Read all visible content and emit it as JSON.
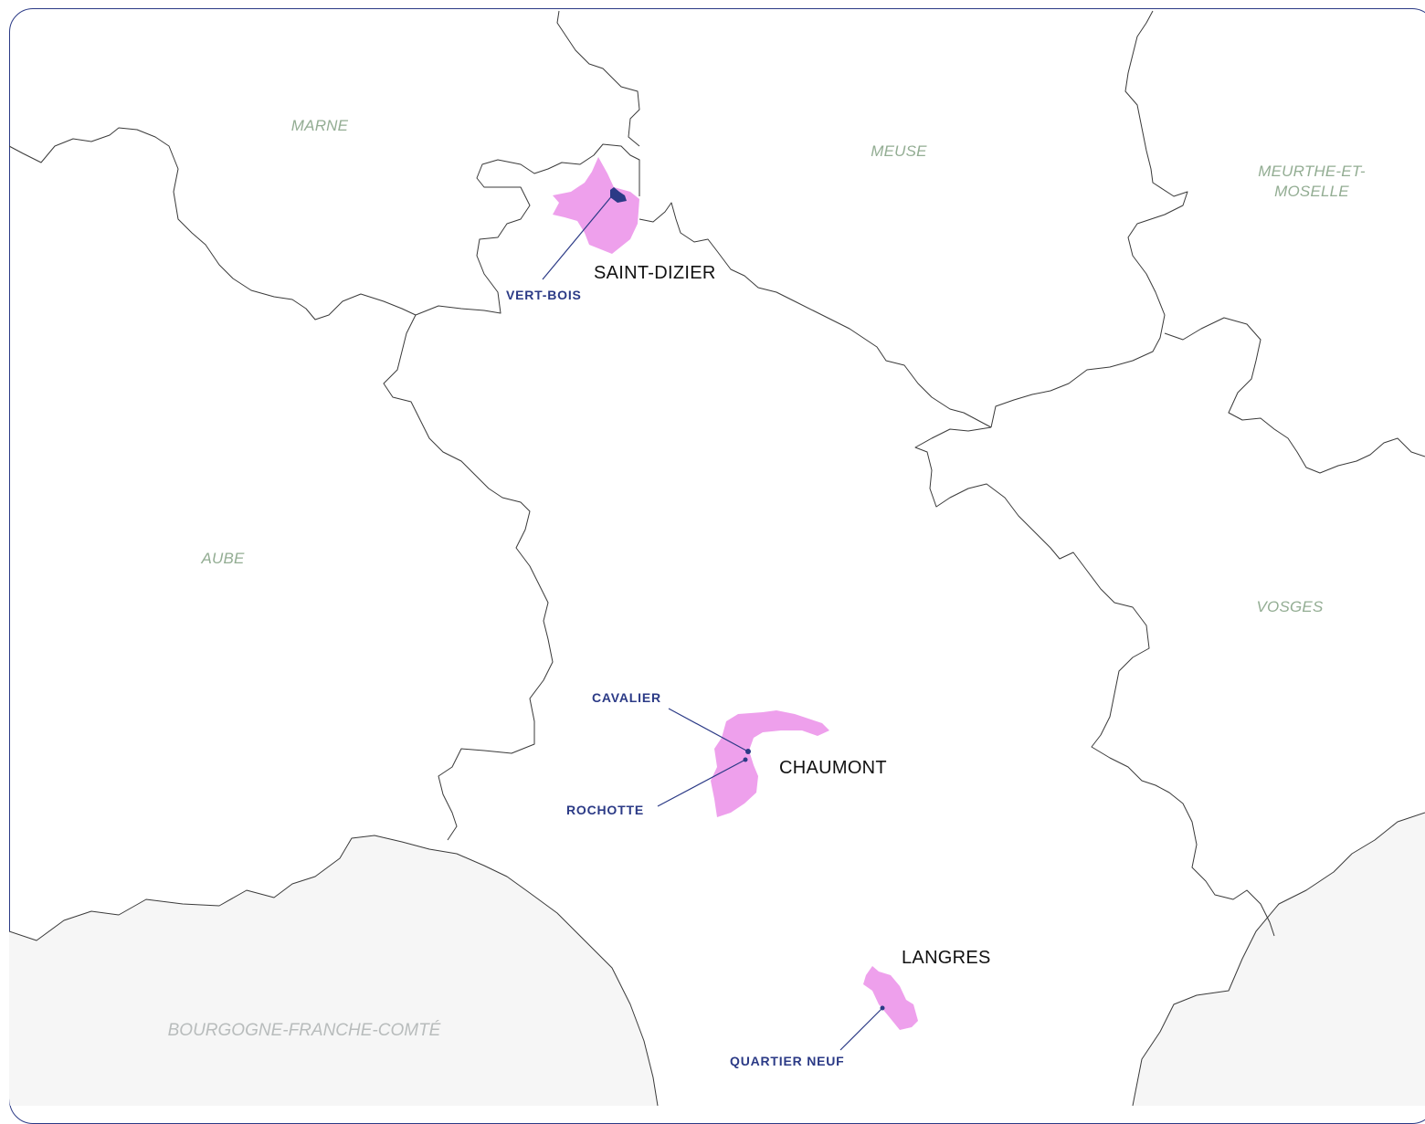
{
  "colors": {
    "frame": "#2b3a86",
    "border_line": "#3a3a3a",
    "department_label": "#93ad93",
    "region_label": "#b8bcbc",
    "outside_region_fill": "#f6f6f6",
    "commune_fill": "#eea0ec",
    "district_fill": "#2b3a86",
    "city_label": "#111111",
    "district_label": "#2b3a86"
  },
  "departments": {
    "marne": "MARNE",
    "meuse": "MEUSE",
    "meurthe_line1": "MEURTHE-ET-",
    "meurthe_line2": "MOSELLE",
    "aube": "AUBE",
    "vosges": "VOSGES"
  },
  "region": {
    "bourgogne": "BOURGOGNE-FRANCHE-COMTÉ"
  },
  "cities": {
    "saint_dizier": "SAINT-DIZIER",
    "chaumont": "CHAUMONT",
    "langres": "LANGRES"
  },
  "districts": {
    "vert_bois": "VERT-BOIS",
    "cavalier": "CAVALIER",
    "rochotte": "ROCHOTTE",
    "quartier_neuf": "QUARTIER NEUF"
  }
}
